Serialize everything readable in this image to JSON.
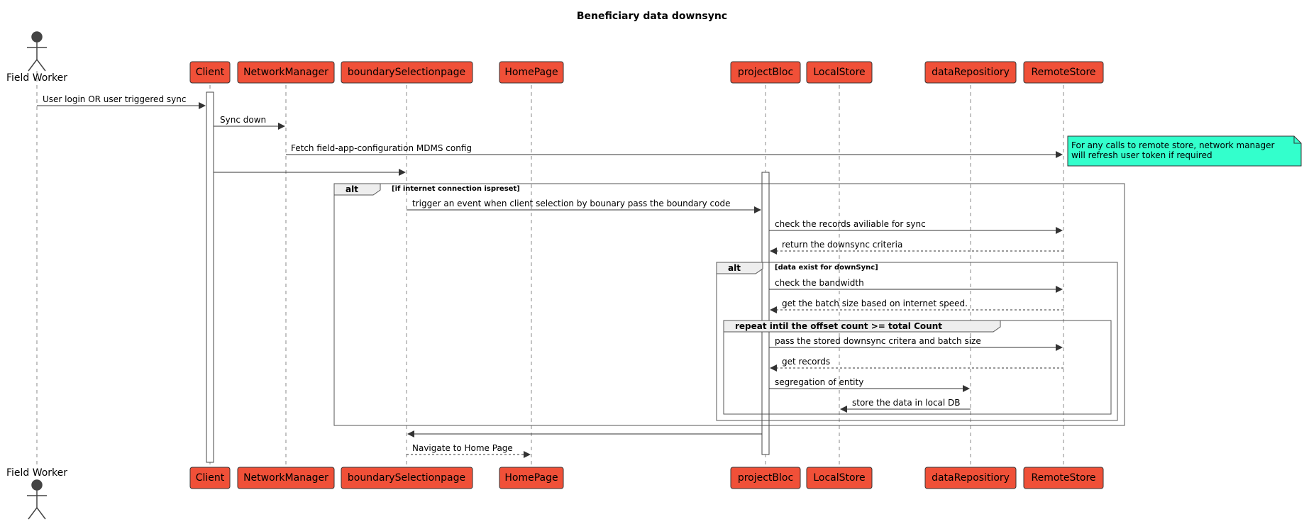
{
  "title": "Beneficiary data downsync",
  "colors": {
    "participant_fill": "#F05038",
    "participant_text": "#FFFFFF",
    "note_fill": "#33FFCC",
    "line": "#333333",
    "frame": "#666666",
    "frame_label_fill": "#EEEEEE",
    "actor": "#444444"
  },
  "actor": {
    "label": "Field Worker"
  },
  "participants": [
    {
      "id": "client",
      "label": "Client"
    },
    {
      "id": "network",
      "label": "NetworkManager"
    },
    {
      "id": "boundary",
      "label": "boundarySelectionpage"
    },
    {
      "id": "home",
      "label": "HomePage"
    },
    {
      "id": "project",
      "label": "projectBloc"
    },
    {
      "id": "local",
      "label": "LocalStore"
    },
    {
      "id": "datarepo",
      "label": "dataRepositiory"
    },
    {
      "id": "remote",
      "label": "RemoteStore"
    }
  ],
  "messages": [
    {
      "from": "actor",
      "to": "client",
      "label": "User login OR user triggered sync",
      "style": "solid"
    },
    {
      "from": "client",
      "to": "network",
      "label": "Sync down",
      "style": "solid"
    },
    {
      "from": "network",
      "to": "remote",
      "label": "Fetch field-app-configuration MDMS config",
      "style": "solid"
    },
    {
      "from": "client",
      "to": "boundary",
      "label": "",
      "style": "solid"
    },
    {
      "from": "boundary",
      "to": "project",
      "label": "trigger an event when client selection by bounary pass the boundary code",
      "style": "solid"
    },
    {
      "from": "project",
      "to": "remote",
      "label": "check the records aviliable for sync",
      "style": "solid"
    },
    {
      "from": "remote",
      "to": "project",
      "label": "return the downsync criteria",
      "style": "dashed"
    },
    {
      "from": "project",
      "to": "remote",
      "label": "check the bandwidth",
      "style": "solid"
    },
    {
      "from": "remote",
      "to": "project",
      "label": "get the batch size based on internet speed.",
      "style": "dashed"
    },
    {
      "from": "project",
      "to": "remote",
      "label": "pass the stored downsync critera and batch size",
      "style": "solid"
    },
    {
      "from": "remote",
      "to": "project",
      "label": "get records",
      "style": "dashed"
    },
    {
      "from": "project",
      "to": "datarepo",
      "label": "segregation of entity",
      "style": "solid"
    },
    {
      "from": "datarepo",
      "to": "local",
      "label": "store the data in local DB",
      "style": "solid"
    },
    {
      "from": "project",
      "to": "boundary",
      "label": "",
      "style": "solid"
    },
    {
      "from": "boundary",
      "to": "home",
      "label": "Navigate to Home Page",
      "style": "dashed"
    }
  ],
  "note": {
    "lines": [
      "For any calls to remote store, network manager",
      "will refresh user token if required"
    ]
  },
  "fragments": [
    {
      "keyword": "alt",
      "condition": "[if internet connection ispreset]"
    },
    {
      "keyword": "alt",
      "condition": "[data exist for downSync]"
    },
    {
      "keyword": "repeat intil the offset  count >= total Count",
      "condition": ""
    }
  ]
}
